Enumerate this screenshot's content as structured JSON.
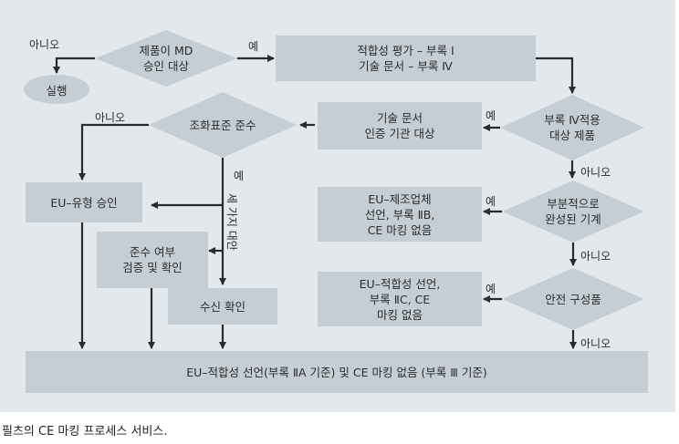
{
  "nodes": {
    "md_approval": "제품이 MD\n승인 대상",
    "execute": "실행",
    "conformity_assessment": "적합성 평가 – 부록 I\n기술 문서 – 부록 Ⅳ",
    "annex4_product": "부록 Ⅳ적용\n대상 제품",
    "tech_doc_cert": "기술 문서\n인증 기관 대상",
    "harmonized_std": "조화표준 준수",
    "eu_type_approval": "EU–유형 승인",
    "compliance_verify": "준수 여부\n검증 및 확인",
    "receipt_confirm": "수신 확인",
    "partly_completed": "부분적으로\n완성된 기계",
    "eu_manufacturer_decl": "EU–제조업체\n선언, 부록 ⅡB,\nCE 마킹 없음",
    "safety_component": "안전 구성품",
    "eu_conformity_decl_2c": "EU–적합성 선언,\n부록 ⅡC, CE\n마킹 없음",
    "final_bar": "EU–적합성 선언(부록 ⅡA 기준) 및 CE 마킹 없음 (부록 Ⅲ 기준)"
  },
  "edge_labels": {
    "no_1": "아니오",
    "yes_1": "예",
    "no_2": "아니오",
    "yes_2": "예",
    "yes_3": "예",
    "three_options": "세 가지 대안",
    "no_3": "아니오",
    "yes_4": "예",
    "no_4": "아니오",
    "yes_5": "예",
    "no_5": "아니오"
  },
  "caption": "필츠의 CE 마킹 프로세스 서비스.",
  "colors": {
    "panel": "#e3e8ec",
    "box": "#c5ced5",
    "arrow": "#2b2b2b"
  }
}
